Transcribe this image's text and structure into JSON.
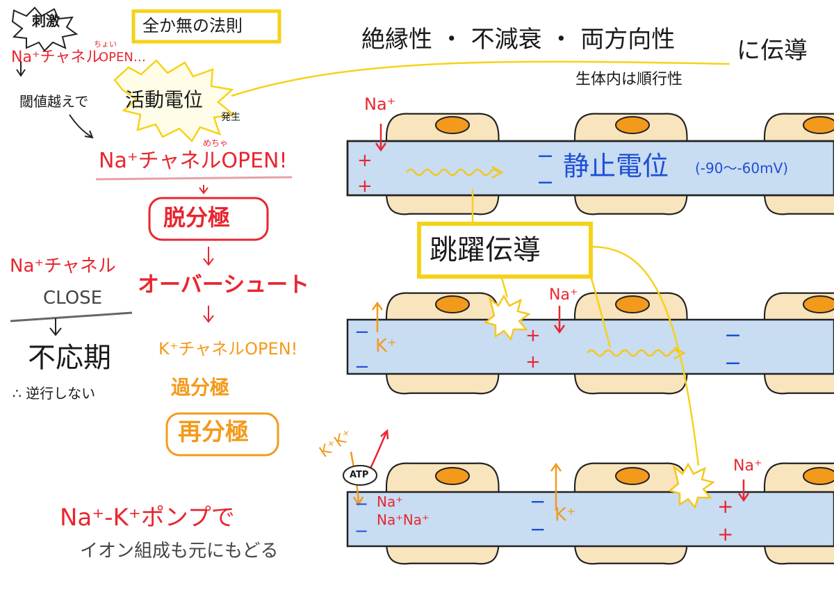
{
  "left": {
    "stimulus": "刺激",
    "na_channel_slight": "Na⁺チャネル",
    "slight_open": "OPEN…",
    "chotto": "ちょい",
    "threshold": "閾値越えで",
    "action_potential": "活動電位",
    "generated": "発生",
    "all_or_none": "全か無の法則",
    "na_open": "Na⁺チャネルOPEN!",
    "mecha": "めちゃ",
    "depolarization": "脱分極",
    "overshoot": "オーバーシュート",
    "k_open": "K⁺チャネルOPEN!",
    "hyperpolarization": "過分極",
    "repolarization": "再分極",
    "na_close_label": "Na⁺チャネル",
    "close": "CLOSE",
    "refractory": "不応期",
    "no_reverse": "∴ 逆行しない",
    "pump": "Na⁺-K⁺ポンプで",
    "restore": "イオン組成も元にもどる"
  },
  "right": {
    "properties": "絶縁性 ・ 不減衰 ・ 両方向性",
    "conduction": "に伝導",
    "in_vivo": "生体内は順行性",
    "resting": "静止電位",
    "resting_range": "(-90～-60mV)",
    "saltatory": "跳躍伝導",
    "na_ion": "Na⁺",
    "k_ion": "K⁺",
    "atp": "ATP",
    "plus": "+",
    "minus": "−",
    "k_plus_k": "K⁺K⁺",
    "na_group_1": "Na⁺",
    "na_group_2": "Na⁺Na⁺"
  },
  "colors": {
    "axon": "#c8dcf2",
    "myelin": "#f8e4bd",
    "nucleus": "#f39a1c",
    "highlight": "#f5d21a",
    "red": "#e8262f",
    "orange": "#f39a1c",
    "blue": "#1d4fd6"
  }
}
